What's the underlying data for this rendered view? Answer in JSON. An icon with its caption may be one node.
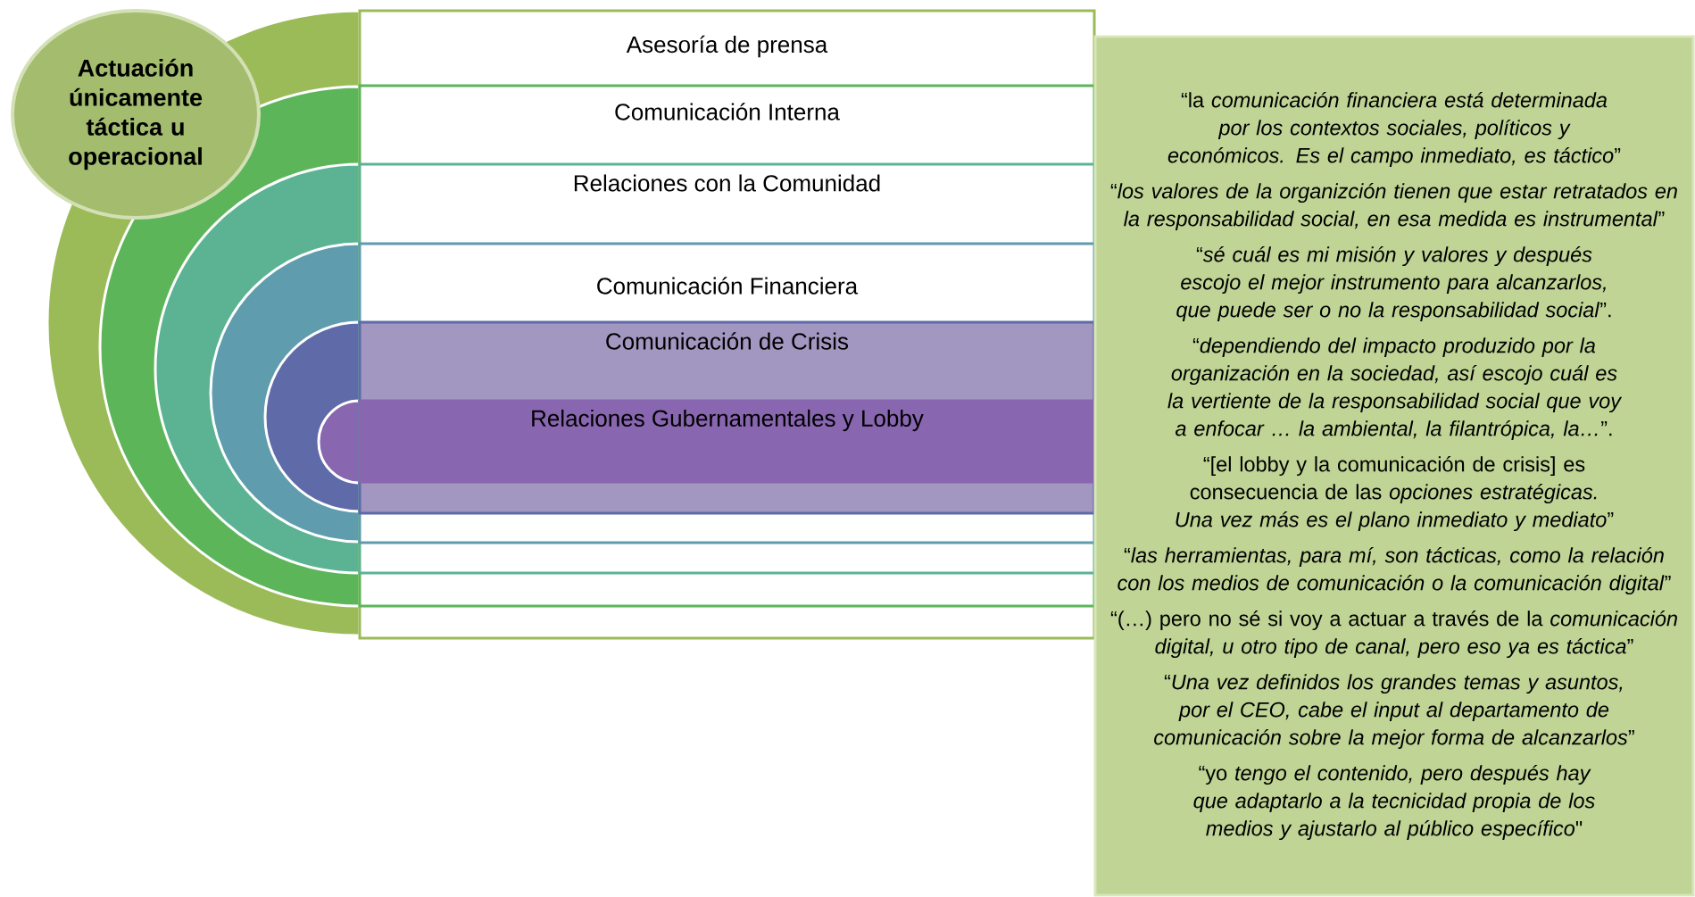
{
  "diagram": {
    "nodes": [
      {
        "text": [
          "Actuación únicamente táctica u operacional"
        ]
      },
      {
        "text": [
          "Asesoría de prensa"
        ]
      },
      {
        "text": [
          "Comunicación Interna"
        ],
        "in": 1
      },
      {
        "text": [
          "Relaciones con la Comunidad"
        ],
        "in": 2
      },
      {
        "text": [
          "Comunicación Financiera"
        ],
        "in": 3
      },
      {
        "text": [
          "Comunicación de Crisis"
        ],
        "in": 4
      },
      {
        "text": [
          "Relaciones Gubernamentales y Lobby"
        ],
        "in": 5
      },
      {
        "text": [
          "“la *comunicación financiera está determinada por los contextos sociales, políticos y económicos. Es el campo inmediato, es táctico*”",
          "“*los valores de la organizción tienen que estar retratados en la responsabilidad social, en esa medida es instrumental*”",
          "“*sé cuál es mi misión y valores y después escojo el mejor instrumento para alcanzarlos, que puede ser o no la responsabilidad social*”.",
          "“*dependiendo del impacto produzido por la organización en la sociedad, así escojo cuál es la vertiente de la responsabilidad social que voy a enfocar … la ambiental, la filantrópica, la…*”.",
          "“[el lobby y la comunicación de crisis] es consecuencia de las *opciones estratégicas. Una vez más es el plano inmediato y mediato*”",
          "“*las herramientas, para mí, son tácticas, como la relación con los medios de comunicación o la comunicación digital*”",
          "“(…) pero no sé si voy a actuar a través de la *comunicación digital, u otro tipo de canal, pero eso ya es táctica*”",
          "“*Una vez definidos los grandes temas y asuntos, por el CEO, cabe el input al departamento de comunicación sobre la mejor forma de alcanzarlos*”",
          "“yo *tengo el contenido, pero después hay que adaptarlo a la tecnicidad propia de los medios y ajustarlo al público específico*\""
        ]
      }
    ]
  }
}
